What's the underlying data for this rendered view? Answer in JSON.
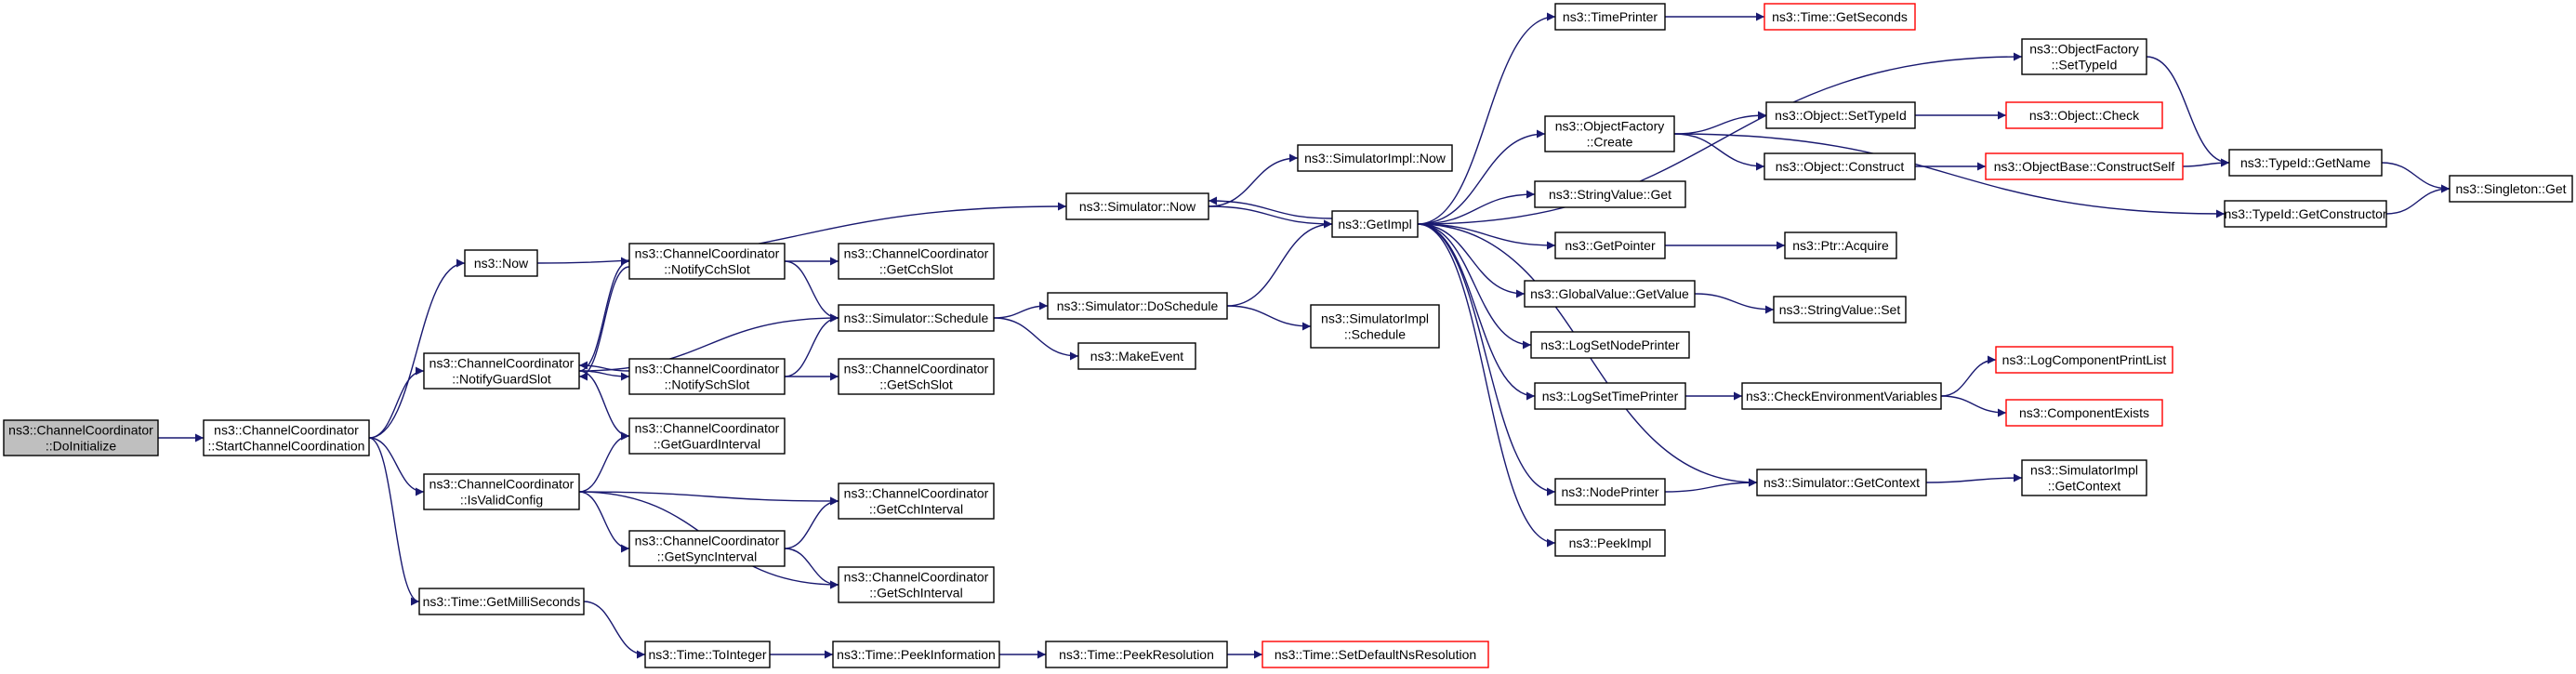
{
  "graph": {
    "title": "",
    "edge_color": "#191970",
    "current_fill": "#bfbfbf",
    "external_border": "#ff0000",
    "nodes": [
      {
        "id": "DoInitialize",
        "lines": [
          "ns3::ChannelCoordinator",
          "::DoInitialize"
        ],
        "style": "current"
      },
      {
        "id": "StartChannelCoordination",
        "lines": [
          "ns3::ChannelCoordinator",
          "::StartChannelCoordination"
        ],
        "style": "normal"
      },
      {
        "id": "Now",
        "lines": [
          "ns3::Now"
        ],
        "style": "normal"
      },
      {
        "id": "NotifyGuardSlot",
        "lines": [
          "ns3::ChannelCoordinator",
          "::NotifyGuardSlot"
        ],
        "style": "normal"
      },
      {
        "id": "IsValidConfig",
        "lines": [
          "ns3::ChannelCoordinator",
          "::IsValidConfig"
        ],
        "style": "normal"
      },
      {
        "id": "GetMilliSeconds",
        "lines": [
          "ns3::Time::GetMilliSeconds"
        ],
        "style": "normal"
      },
      {
        "id": "NotifyCchSlot",
        "lines": [
          "ns3::ChannelCoordinator",
          "::NotifyCchSlot"
        ],
        "style": "normal"
      },
      {
        "id": "NotifySchSlot",
        "lines": [
          "ns3::ChannelCoordinator",
          "::NotifySchSlot"
        ],
        "style": "normal"
      },
      {
        "id": "GetGuardInterval",
        "lines": [
          "ns3::ChannelCoordinator",
          "::GetGuardInterval"
        ],
        "style": "normal"
      },
      {
        "id": "GetSyncInterval",
        "lines": [
          "ns3::ChannelCoordinator",
          "::GetSyncInterval"
        ],
        "style": "normal"
      },
      {
        "id": "ToInteger",
        "lines": [
          "ns3::Time::ToInteger"
        ],
        "style": "normal"
      },
      {
        "id": "GetCchSlot",
        "lines": [
          "ns3::ChannelCoordinator",
          "::GetCchSlot"
        ],
        "style": "normal"
      },
      {
        "id": "Schedule",
        "lines": [
          "ns3::Simulator::Schedule"
        ],
        "style": "normal"
      },
      {
        "id": "GetSchSlot",
        "lines": [
          "ns3::ChannelCoordinator",
          "::GetSchSlot"
        ],
        "style": "normal"
      },
      {
        "id": "GetCchInterval",
        "lines": [
          "ns3::ChannelCoordinator",
          "::GetCchInterval"
        ],
        "style": "normal"
      },
      {
        "id": "GetSchInterval",
        "lines": [
          "ns3::ChannelCoordinator",
          "::GetSchInterval"
        ],
        "style": "normal"
      },
      {
        "id": "PeekInformation",
        "lines": [
          "ns3::Time::PeekInformation"
        ],
        "style": "normal"
      },
      {
        "id": "SimNow",
        "lines": [
          "ns3::Simulator::Now"
        ],
        "style": "normal"
      },
      {
        "id": "DoSchedule",
        "lines": [
          "ns3::Simulator::DoSchedule"
        ],
        "style": "normal"
      },
      {
        "id": "MakeEvent",
        "lines": [
          "ns3::MakeEvent"
        ],
        "style": "normal"
      },
      {
        "id": "PeekResolution",
        "lines": [
          "ns3::Time::PeekResolution"
        ],
        "style": "normal"
      },
      {
        "id": "ImplNow",
        "lines": [
          "ns3::SimulatorImpl::Now"
        ],
        "style": "normal"
      },
      {
        "id": "GetImpl",
        "lines": [
          "ns3::GetImpl"
        ],
        "style": "normal"
      },
      {
        "id": "ImplSchedule",
        "lines": [
          "ns3::SimulatorImpl",
          "::Schedule"
        ],
        "style": "normal"
      },
      {
        "id": "SetDefaultNsResolution",
        "lines": [
          "ns3::Time::SetDefaultNsResolution"
        ],
        "style": "external"
      },
      {
        "id": "TimePrinter",
        "lines": [
          "ns3::TimePrinter"
        ],
        "style": "normal"
      },
      {
        "id": "OFCreate",
        "lines": [
          "ns3::ObjectFactory",
          "::Create"
        ],
        "style": "normal"
      },
      {
        "id": "StringValueGet",
        "lines": [
          "ns3::StringValue::Get"
        ],
        "style": "normal"
      },
      {
        "id": "GetPointer",
        "lines": [
          "ns3::GetPointer"
        ],
        "style": "normal"
      },
      {
        "id": "GlobalValueGetValue",
        "lines": [
          "ns3::GlobalValue::GetValue"
        ],
        "style": "normal"
      },
      {
        "id": "LogSetNodePrinter",
        "lines": [
          "ns3::LogSetNodePrinter"
        ],
        "style": "normal"
      },
      {
        "id": "LogSetTimePrinter",
        "lines": [
          "ns3::LogSetTimePrinter"
        ],
        "style": "normal"
      },
      {
        "id": "NodePrinter",
        "lines": [
          "ns3::NodePrinter"
        ],
        "style": "normal"
      },
      {
        "id": "PeekImpl",
        "lines": [
          "ns3::PeekImpl"
        ],
        "style": "normal"
      },
      {
        "id": "TimeGetSeconds",
        "lines": [
          "ns3::Time::GetSeconds"
        ],
        "style": "external"
      },
      {
        "id": "ObjectSetTypeId",
        "lines": [
          "ns3::Object::SetTypeId"
        ],
        "style": "normal"
      },
      {
        "id": "ObjectConstruct",
        "lines": [
          "ns3::Object::Construct"
        ],
        "style": "normal"
      },
      {
        "id": "PtrAcquire",
        "lines": [
          "ns3::Ptr::Acquire"
        ],
        "style": "normal"
      },
      {
        "id": "StringValueSet",
        "lines": [
          "ns3::StringValue::Set"
        ],
        "style": "normal"
      },
      {
        "id": "CheckEnvVars",
        "lines": [
          "ns3::CheckEnvironmentVariables"
        ],
        "style": "normal"
      },
      {
        "id": "SimGetContext",
        "lines": [
          "ns3::Simulator::GetContext"
        ],
        "style": "normal"
      },
      {
        "id": "OFSetTypeId",
        "lines": [
          "ns3::ObjectFactory",
          "::SetTypeId"
        ],
        "style": "normal"
      },
      {
        "id": "ObjectCheck",
        "lines": [
          "ns3::Object::Check"
        ],
        "style": "external"
      },
      {
        "id": "ConstructSelf",
        "lines": [
          "ns3::ObjectBase::ConstructSelf"
        ],
        "style": "external"
      },
      {
        "id": "LogComponentPrintList",
        "lines": [
          "ns3::LogComponentPrintList"
        ],
        "style": "external"
      },
      {
        "id": "ComponentExists",
        "lines": [
          "ns3::ComponentExists"
        ],
        "style": "external"
      },
      {
        "id": "ImplGetContext",
        "lines": [
          "ns3::SimulatorImpl",
          "::GetContext"
        ],
        "style": "normal"
      },
      {
        "id": "TypeIdGetName",
        "lines": [
          "ns3::TypeId::GetName"
        ],
        "style": "normal"
      },
      {
        "id": "TypeIdGetConstructor",
        "lines": [
          "ns3::TypeId::GetConstructor"
        ],
        "style": "normal"
      },
      {
        "id": "SingletonGet",
        "lines": [
          "ns3::Singleton::Get"
        ],
        "style": "normal"
      }
    ],
    "edges": [
      [
        "DoInitialize",
        "StartChannelCoordination"
      ],
      [
        "StartChannelCoordination",
        "Now"
      ],
      [
        "StartChannelCoordination",
        "NotifyGuardSlot"
      ],
      [
        "StartChannelCoordination",
        "IsValidConfig"
      ],
      [
        "StartChannelCoordination",
        "GetMilliSeconds"
      ],
      [
        "Now",
        "SimNow"
      ],
      [
        "NotifyGuardSlot",
        "NotifyCchSlot"
      ],
      [
        "NotifyGuardSlot",
        "NotifySchSlot"
      ],
      [
        "NotifyGuardSlot",
        "GetGuardInterval"
      ],
      [
        "NotifyGuardSlot",
        "Schedule"
      ],
      [
        "NotifyCchSlot",
        "NotifyGuardSlot"
      ],
      [
        "NotifyCchSlot",
        "GetCchSlot"
      ],
      [
        "NotifyCchSlot",
        "Schedule"
      ],
      [
        "NotifySchSlot",
        "NotifyGuardSlot"
      ],
      [
        "NotifySchSlot",
        "Schedule"
      ],
      [
        "NotifySchSlot",
        "GetSchSlot"
      ],
      [
        "IsValidConfig",
        "GetGuardInterval"
      ],
      [
        "IsValidConfig",
        "GetCchInterval"
      ],
      [
        "IsValidConfig",
        "GetSyncInterval"
      ],
      [
        "IsValidConfig",
        "GetSchInterval"
      ],
      [
        "GetSyncInterval",
        "GetCchInterval"
      ],
      [
        "GetSyncInterval",
        "GetSchInterval"
      ],
      [
        "GetMilliSeconds",
        "ToInteger"
      ],
      [
        "ToInteger",
        "PeekInformation"
      ],
      [
        "PeekInformation",
        "PeekResolution"
      ],
      [
        "PeekResolution",
        "SetDefaultNsResolution"
      ],
      [
        "Schedule",
        "DoSchedule"
      ],
      [
        "Schedule",
        "MakeEvent"
      ],
      [
        "SimNow",
        "ImplNow"
      ],
      [
        "SimNow",
        "GetImpl"
      ],
      [
        "DoSchedule",
        "GetImpl"
      ],
      [
        "DoSchedule",
        "ImplSchedule"
      ],
      [
        "GetImpl",
        "TimePrinter"
      ],
      [
        "GetImpl",
        "OFSetTypeId"
      ],
      [
        "GetImpl",
        "OFCreate"
      ],
      [
        "GetImpl",
        "StringValueGet"
      ],
      [
        "GetImpl",
        "GetPointer"
      ],
      [
        "GetImpl",
        "GlobalValueGetValue"
      ],
      [
        "GetImpl",
        "LogSetNodePrinter"
      ],
      [
        "GetImpl",
        "LogSetTimePrinter"
      ],
      [
        "GetImpl",
        "SimGetContext"
      ],
      [
        "GetImpl",
        "NodePrinter"
      ],
      [
        "GetImpl",
        "PeekImpl"
      ],
      [
        "GetImpl",
        "SimNow"
      ],
      [
        "TimePrinter",
        "TimeGetSeconds"
      ],
      [
        "OFSetTypeId",
        "TypeIdGetName"
      ],
      [
        "OFCreate",
        "ObjectSetTypeId"
      ],
      [
        "OFCreate",
        "ObjectConstruct"
      ],
      [
        "OFCreate",
        "TypeIdGetConstructor"
      ],
      [
        "ObjectSetTypeId",
        "ObjectCheck"
      ],
      [
        "ObjectConstruct",
        "ConstructSelf"
      ],
      [
        "ConstructSelf",
        "TypeIdGetName"
      ],
      [
        "TypeIdGetName",
        "SingletonGet"
      ],
      [
        "TypeIdGetConstructor",
        "SingletonGet"
      ],
      [
        "GetPointer",
        "PtrAcquire"
      ],
      [
        "GlobalValueGetValue",
        "StringValueSet"
      ],
      [
        "LogSetTimePrinter",
        "CheckEnvVars"
      ],
      [
        "CheckEnvVars",
        "LogComponentPrintList"
      ],
      [
        "CheckEnvVars",
        "ComponentExists"
      ],
      [
        "NodePrinter",
        "SimGetContext"
      ],
      [
        "SimGetContext",
        "ImplGetContext"
      ]
    ]
  }
}
